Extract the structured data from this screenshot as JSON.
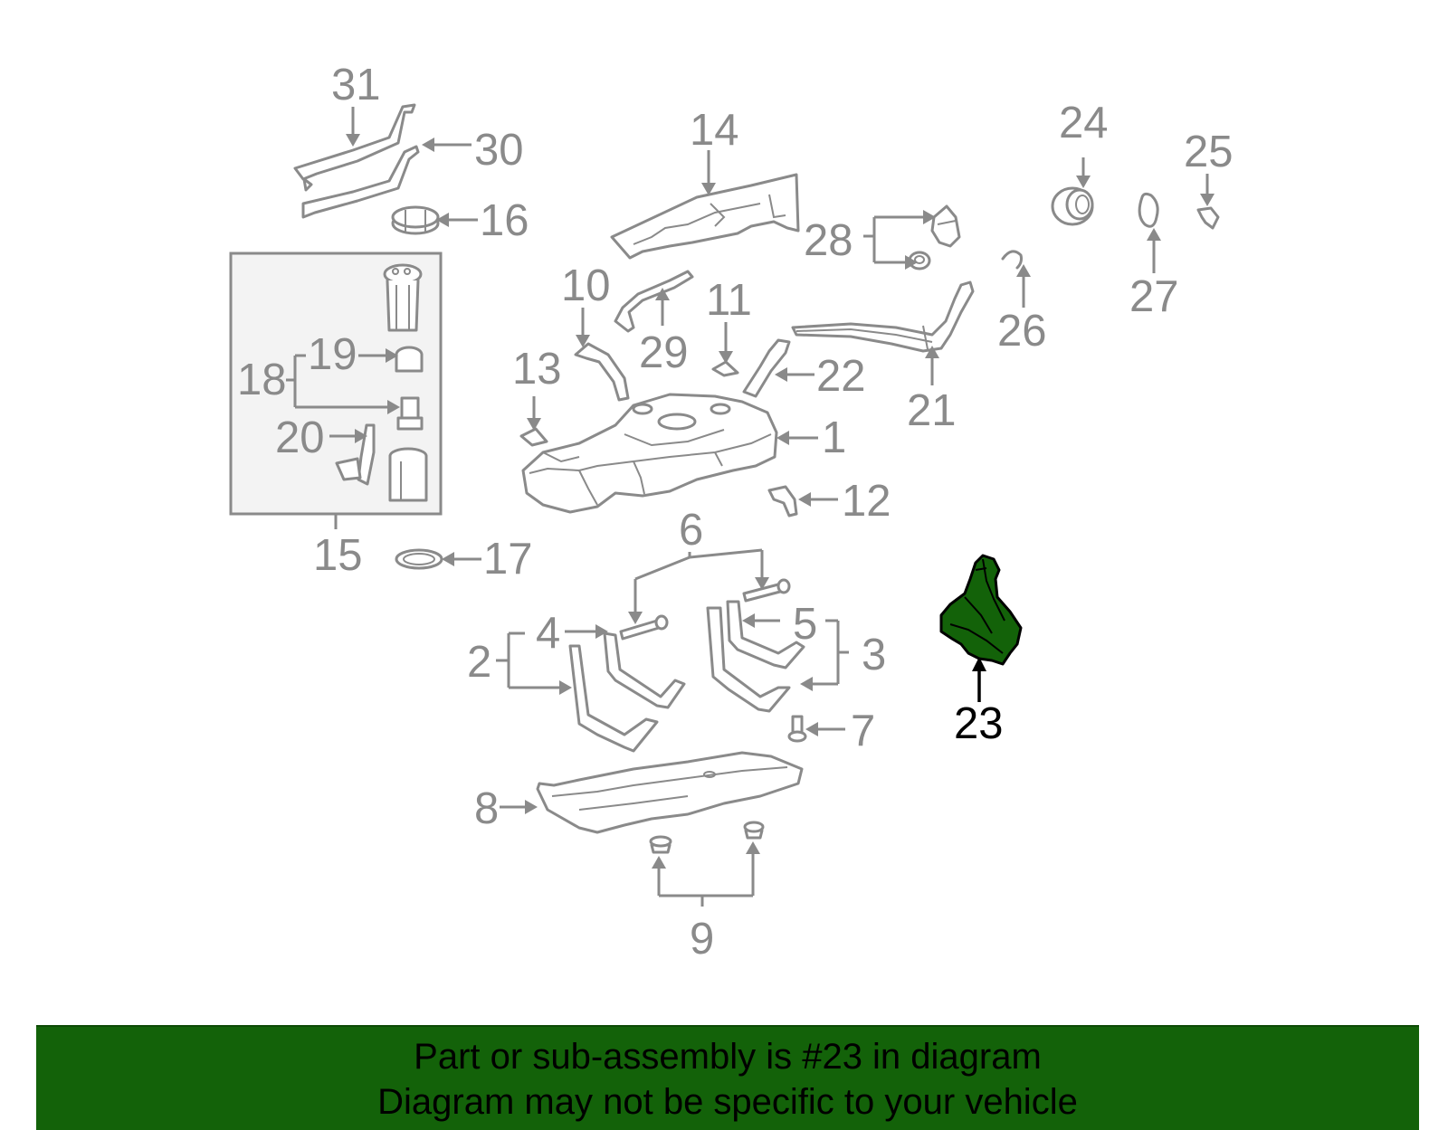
{
  "diagram": {
    "highlight_color": "#136209",
    "line_color": "#8a8a8a",
    "highlighted_callout": "23",
    "callouts": [
      "1",
      "2",
      "3",
      "4",
      "5",
      "6",
      "7",
      "8",
      "9",
      "10",
      "11",
      "12",
      "13",
      "14",
      "15",
      "16",
      "17",
      "18",
      "19",
      "20",
      "21",
      "22",
      "23",
      "24",
      "25",
      "26",
      "27",
      "28",
      "29",
      "30",
      "31"
    ]
  },
  "banner": {
    "background": "#136209",
    "line1": "Part or sub-assembly is #23 in diagram",
    "line2": "Diagram may not be specific to your vehicle"
  }
}
